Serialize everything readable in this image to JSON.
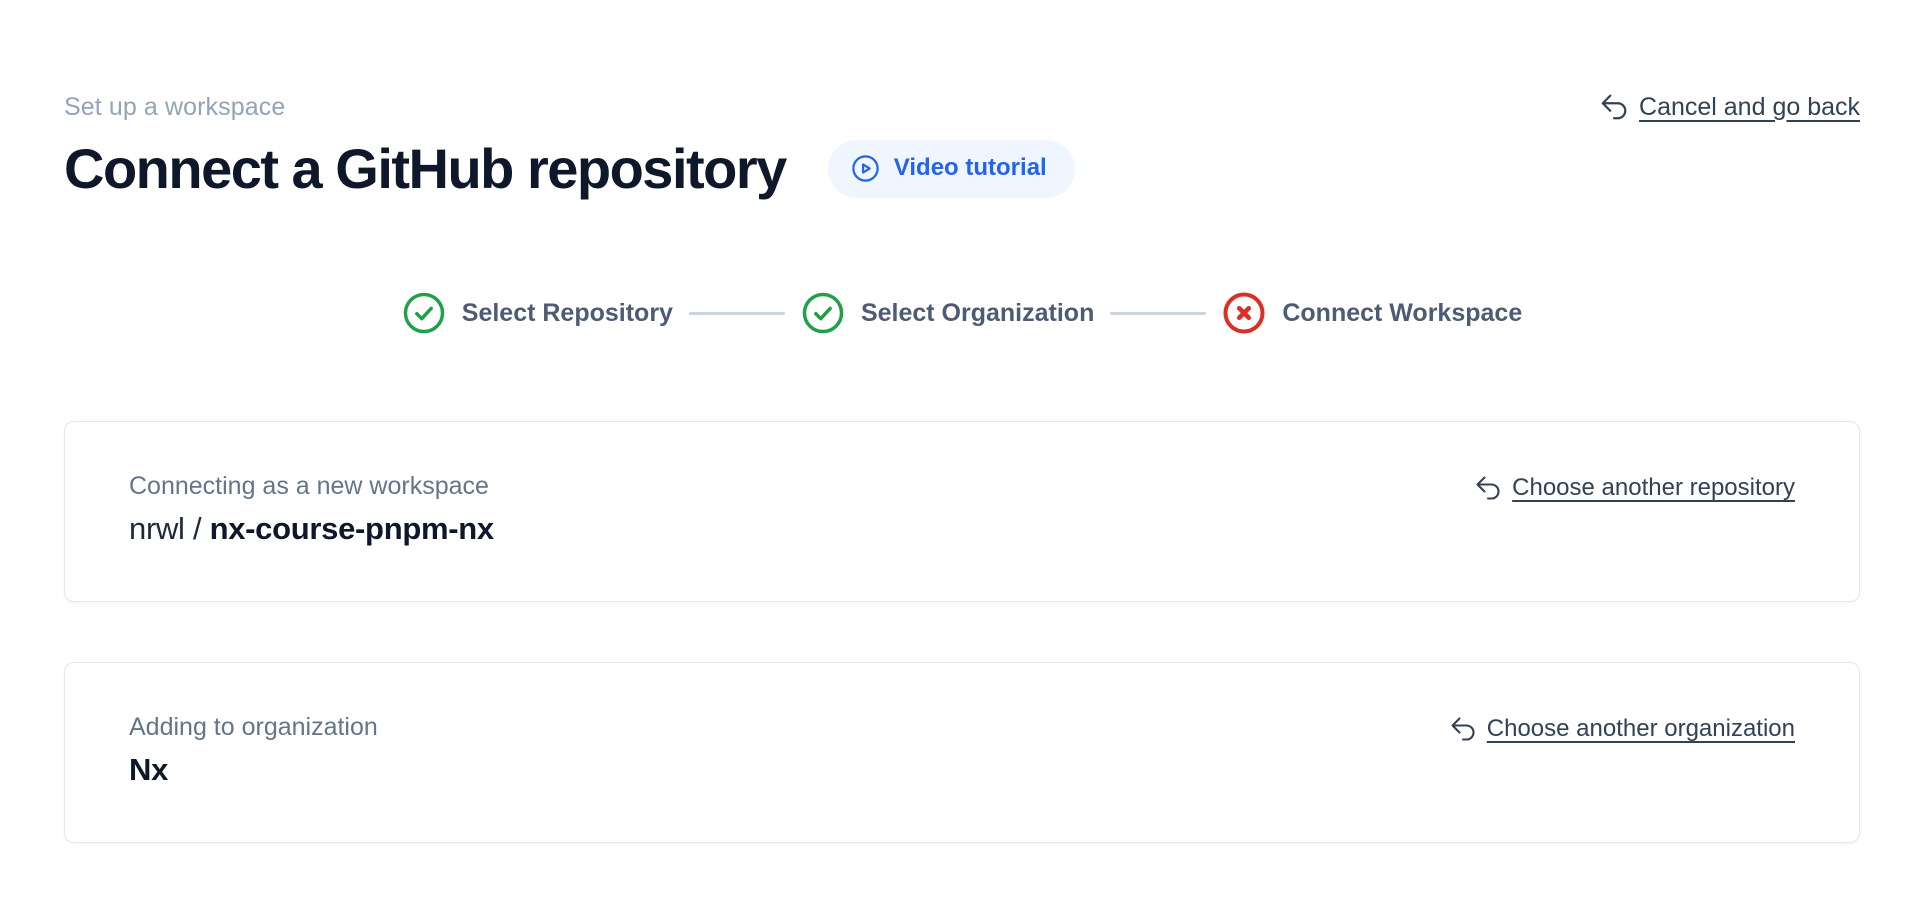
{
  "page": {
    "eyebrow": "Set up a workspace",
    "title": "Connect a GitHub repository"
  },
  "header": {
    "video_tutorial_label": "Video tutorial",
    "video_tutorial_icon": "play-circle-icon",
    "cancel_label": "Cancel and go back",
    "cancel_icon": "undo-arrow-icon"
  },
  "stepper": {
    "steps": [
      {
        "label": "Select Repository",
        "status": "complete",
        "icon": "check-circle-icon"
      },
      {
        "label": "Select Organization",
        "status": "complete",
        "icon": "check-circle-icon"
      },
      {
        "label": "Connect Workspace",
        "status": "error",
        "icon": "x-circle-icon"
      }
    ]
  },
  "cards": [
    {
      "label": "Connecting as a new workspace",
      "value_prefix": "nrwl / ",
      "value_main": "nx-course-pnpm-nx",
      "action_label": "Choose another repository",
      "action_icon": "undo-arrow-icon"
    },
    {
      "label": "Adding to organization",
      "value_prefix": "",
      "value_main": "Nx",
      "action_label": "Choose another organization",
      "action_icon": "undo-arrow-icon"
    }
  ],
  "colors": {
    "accent_blue": "#2563eb",
    "pill_background": "#eff6ff",
    "success_green": "#21a04a",
    "error_red": "#dc2f26",
    "heading_text": "#0f172a",
    "eyebrow_text": "#94a3b8",
    "muted_label": "#64748b",
    "step_label": "#4d5b74",
    "link_text": "#334155",
    "card_border": "#e2e8f0",
    "connector_line": "#cbd5e1",
    "page_background": "#ffffff"
  }
}
